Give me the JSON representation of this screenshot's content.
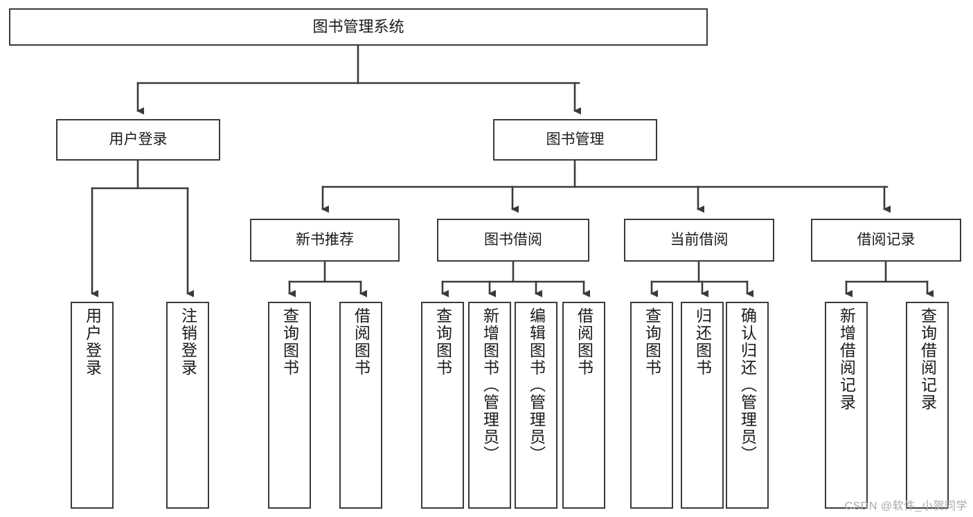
{
  "diagram": {
    "type": "tree-hierarchy",
    "title": "图书管理系统",
    "watermark": "CSDN @软件_小贺同学",
    "colors": {
      "box_stroke": "#3a3a3a",
      "box_fill": "#ffffff",
      "edge": "#3a3a3a",
      "text": "#1a1a1a",
      "watermark": "#a8a8a8"
    },
    "root": {
      "id": "root",
      "label": "图书管理系统"
    },
    "level2": [
      {
        "id": "user-login",
        "label": "用户登录"
      },
      {
        "id": "book-manage",
        "label": "图书管理"
      }
    ],
    "level3": [
      {
        "id": "new-book-recommend",
        "label": "新书推荐"
      },
      {
        "id": "book-borrow",
        "label": "图书借阅"
      },
      {
        "id": "current-borrow",
        "label": "当前借阅"
      },
      {
        "id": "borrow-record",
        "label": "借阅记录"
      }
    ],
    "leaves": {
      "user_login": [
        {
          "id": "leaf-user-login",
          "label": "用户登录"
        },
        {
          "id": "leaf-logout-login",
          "label": "注销登录"
        }
      ],
      "new_book_recommend": [
        {
          "id": "leaf-query-book-1",
          "label": "查询图书"
        },
        {
          "id": "leaf-borrow-book-1",
          "label": "借阅图书"
        }
      ],
      "book_borrow": [
        {
          "id": "leaf-query-book-2",
          "label": "查询图书"
        },
        {
          "id": "leaf-add-book",
          "label": "新增图书（管理员）"
        },
        {
          "id": "leaf-edit-book",
          "label": "编辑图书（管理员）"
        },
        {
          "id": "leaf-borrow-book-2",
          "label": "借阅图书"
        }
      ],
      "current_borrow": [
        {
          "id": "leaf-query-book-3",
          "label": "查询图书"
        },
        {
          "id": "leaf-return-book",
          "label": "归还图书"
        },
        {
          "id": "leaf-confirm-return",
          "label": "确认归还（管理员）"
        }
      ],
      "borrow_record": [
        {
          "id": "leaf-add-record",
          "label": "新增借阅记录"
        },
        {
          "id": "leaf-query-record",
          "label": "查询借阅记录"
        }
      ]
    }
  }
}
